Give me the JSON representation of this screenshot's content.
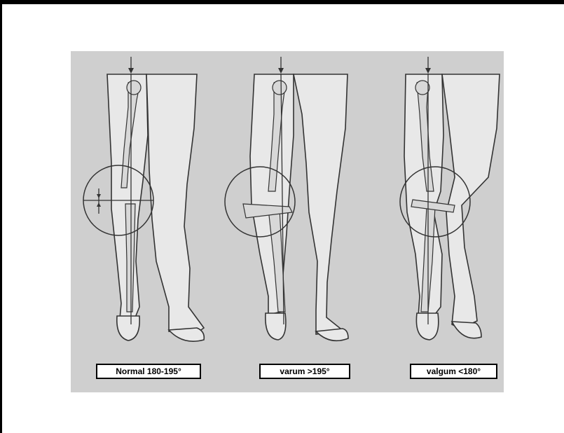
{
  "labels": {
    "normal": "Normal 180-195°",
    "varum": "varum >195°",
    "valgum": "valgum <180°"
  },
  "colors": {
    "panel_background": "#cfcfcf",
    "leg_fill": "#e6e6e6",
    "line": "#333333"
  },
  "figures": [
    {
      "name": "normal-legs",
      "condition": "normal"
    },
    {
      "name": "varum-legs",
      "condition": "varum"
    },
    {
      "name": "valgum-legs",
      "condition": "valgum"
    }
  ]
}
